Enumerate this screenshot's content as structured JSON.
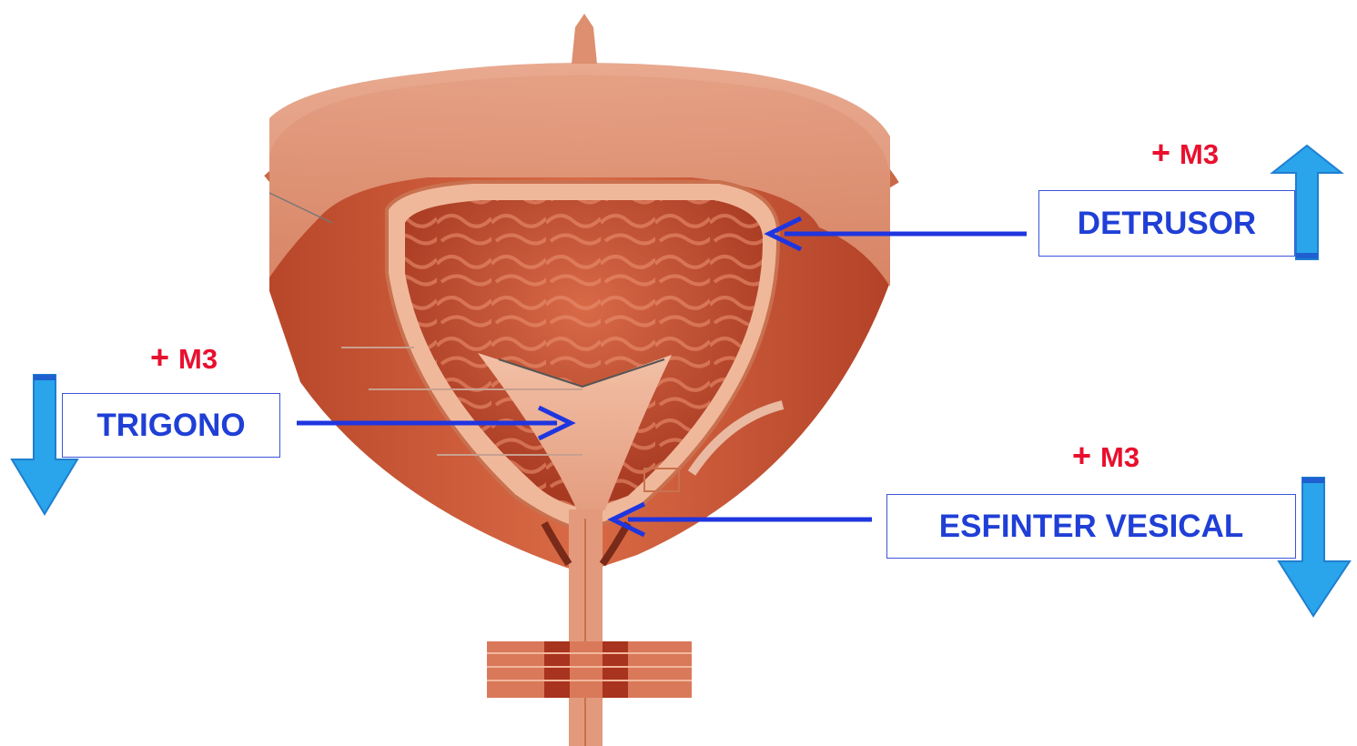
{
  "labels": {
    "detrusor": "DETRUSOR",
    "trigono": "TRIGONO",
    "esfinter": "ESFINTER VESICAL"
  },
  "m3_marks": {
    "detrusor": "M3",
    "trigono": "M3",
    "esfinter": "M3",
    "symbol": "+"
  },
  "trend": {
    "detrusor": "up",
    "trigono": "down",
    "esfinter": "down"
  },
  "colors": {
    "pointer_arrow": "#1f35e0",
    "trend_arrow": "#2aa4ea",
    "m3_text": "#e8102e",
    "label_text": "#1f3fd6"
  },
  "icons": {
    "up": "arrow-up-icon",
    "down": "arrow-down-icon"
  }
}
